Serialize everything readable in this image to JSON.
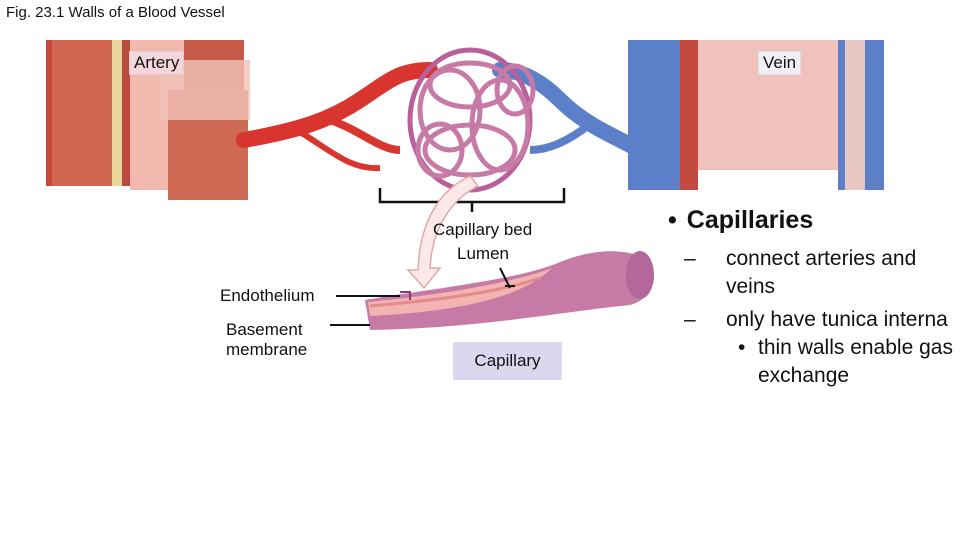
{
  "figure": {
    "caption": "Fig. 23.1  Walls of a Blood Vessel",
    "labels": {
      "artery": "Artery",
      "vein": "Vein",
      "capillary_bed": "Capillary bed",
      "lumen": "Lumen",
      "endothelium": "Endothelium",
      "basement_membrane": "Basement membrane",
      "capillary": "Capillary"
    }
  },
  "notes": {
    "heading": "Capillaries",
    "heading_bullet": "•",
    "points": [
      {
        "marker": "–",
        "text": " connect arteries and veins"
      },
      {
        "marker": "–",
        "text": "only have tunica interna"
      }
    ],
    "subpoint": {
      "marker": "•",
      "text": "thin walls enable gas exchange"
    }
  },
  "colors": {
    "artery_red": "#d8352e",
    "vein_blue": "#5b7fc9",
    "tissue_pink": "#f1b4b0",
    "capillary_purple": "#c77aa6",
    "label_box_pink": "#f3d7dc",
    "capillary_box": "#d9d8ee"
  }
}
